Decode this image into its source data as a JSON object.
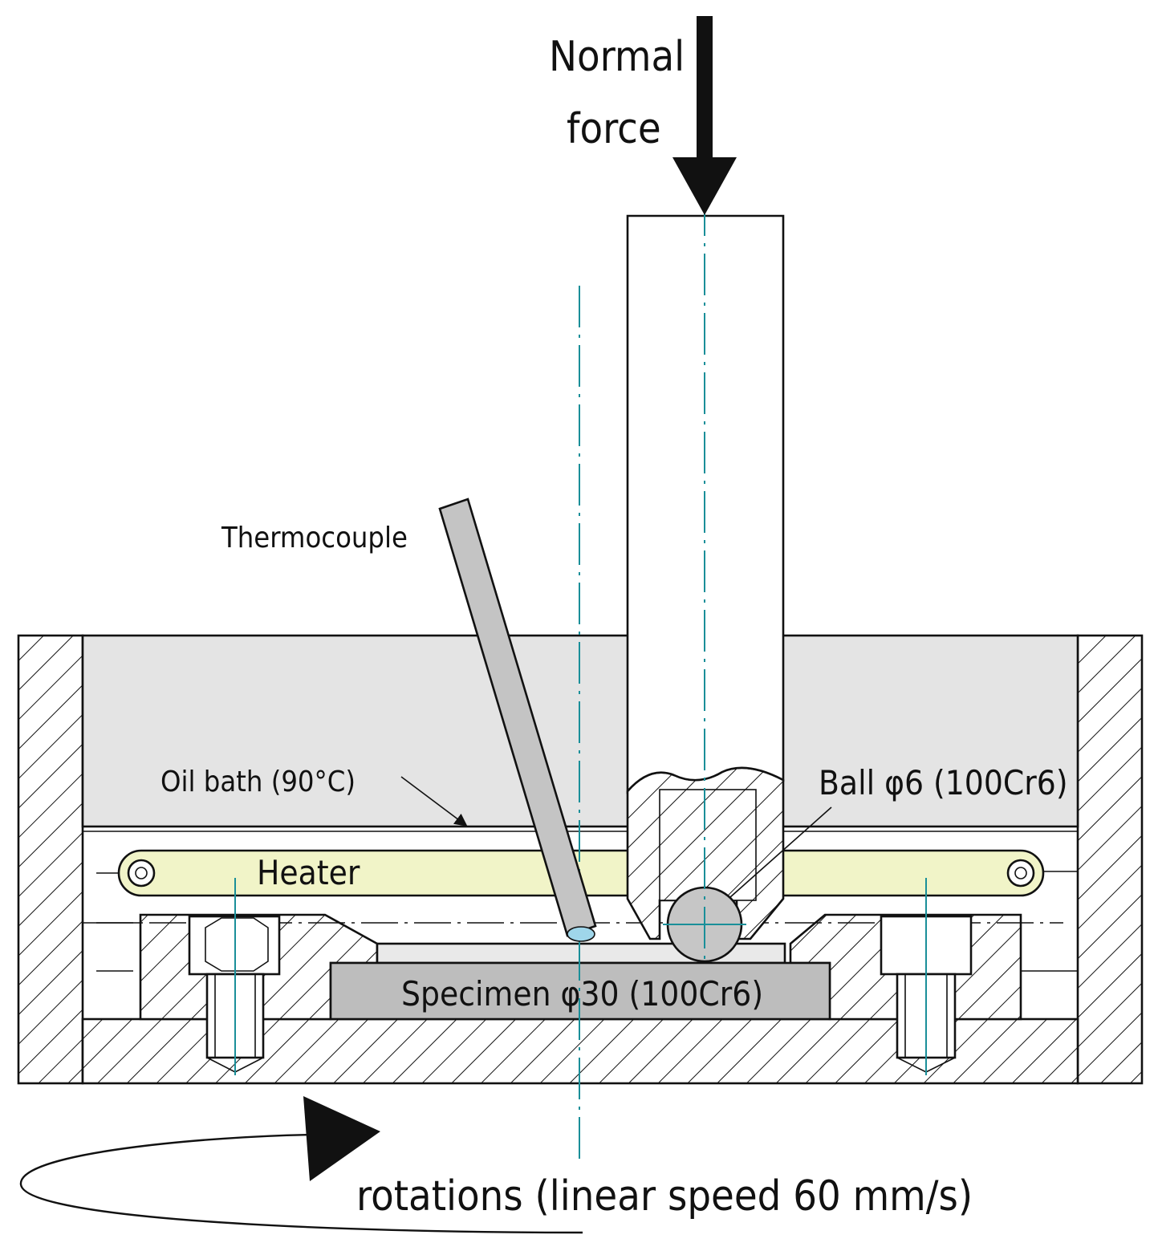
{
  "labels": {
    "normal_force_line1": "Normal",
    "normal_force_line2": "force",
    "thermocouple": "Thermocouple",
    "oil_bath": "Oil bath (90°C)",
    "heater": "Heater",
    "ball": "Ball φ6 (100Cr6)",
    "specimen": "Specimen φ30 (100Cr6)",
    "rotations": "rotations (linear speed 60 mm/s)"
  },
  "colors": {
    "oil_bath": "#e4e4e4",
    "heater": "#f1f4c8",
    "specimen": "#bdbdbd",
    "thermocouple": "#c4c4c4",
    "ball": "#c6c6c6",
    "thermocouple_tip": "#9fd6ea",
    "centerline": "#1a8f99"
  },
  "icons": {
    "force_arrow": "down-arrow-icon",
    "rotation_arrow": "rotation-arrow-icon"
  }
}
